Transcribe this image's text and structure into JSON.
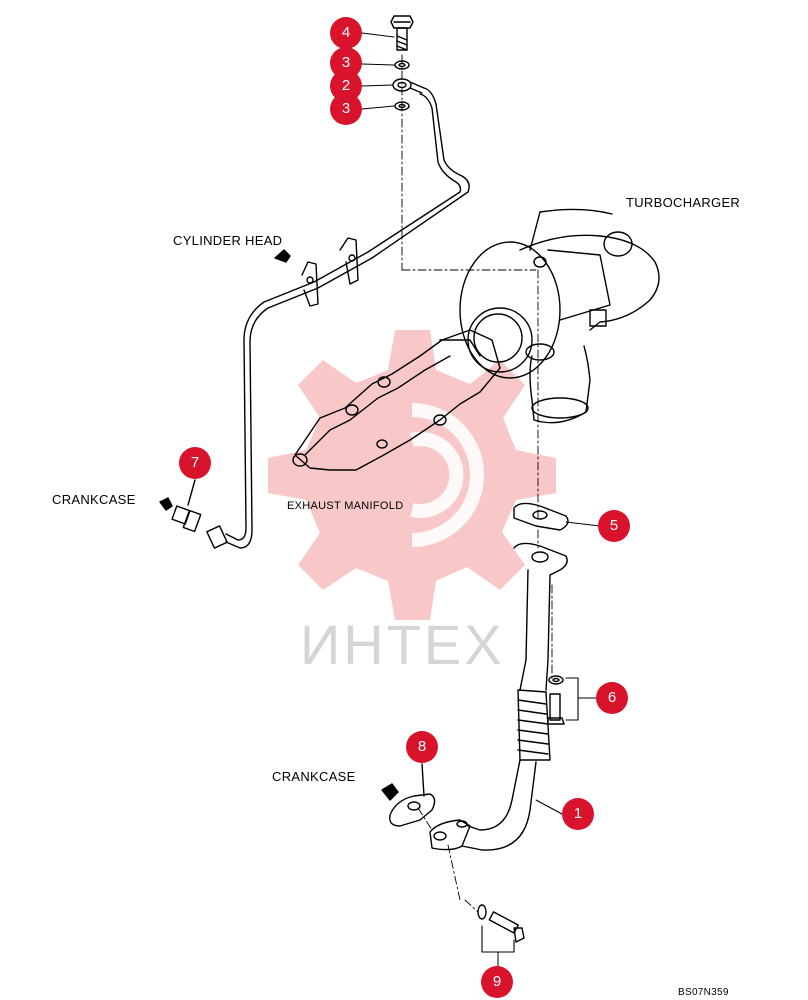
{
  "labels": {
    "turbocharger": "TURBOCHARGER",
    "cylinder_head": "CYLINDER HEAD",
    "crankcase_upper": "CRANKCASE",
    "exhaust_manifold": "EXHAUST MANIFOLD",
    "crankcase_lower": "CRANKCASE",
    "drawing_code": "BS07N359"
  },
  "watermark": "ИНТЕХ",
  "callouts": [
    "1",
    "2",
    "3",
    "3",
    "4",
    "5",
    "6",
    "7",
    "8",
    "9"
  ],
  "colors": {
    "callout": "#d8132b",
    "line": "#000000",
    "watermark_logo": "#f4b9b9"
  }
}
